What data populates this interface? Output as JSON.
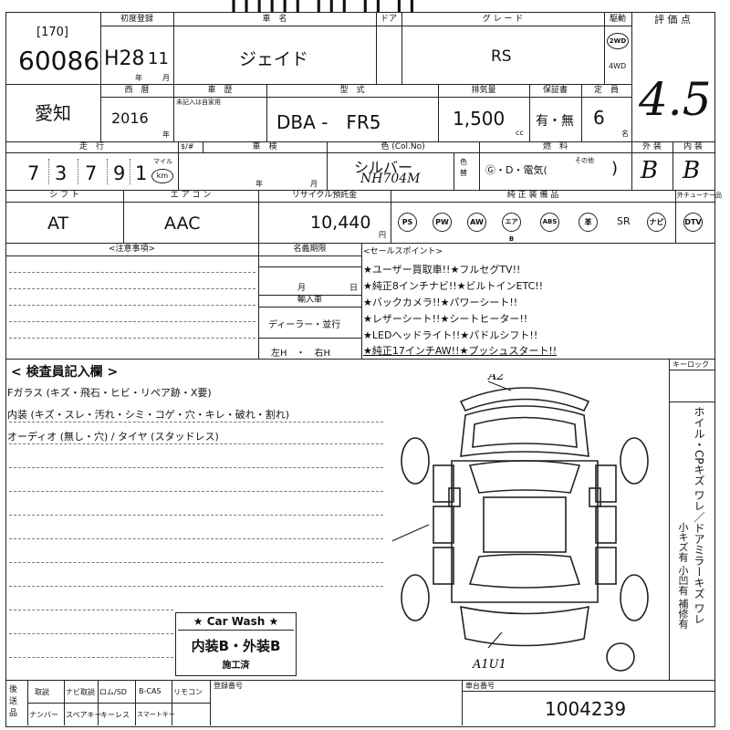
{
  "header": {
    "title_fragment": "┃┃┃┃┃┃ ┃┃┃ ┃┃ ┃┃"
  },
  "lot": {
    "number_label": "[170]",
    "number": "60086"
  },
  "first_registration": {
    "label": "初度登録",
    "value": "H28",
    "month": "11",
    "year_unit": "年",
    "month_unit": "月"
  },
  "vehicle": {
    "name_label": "車　名",
    "name": "ジェイド",
    "door_label": "ドア",
    "grade_label": "グ レ ー ド",
    "grade": "RS",
    "drive_label": "駆動",
    "drive_2wd": "2WD",
    "drive_4wd": "4WD"
  },
  "score": {
    "label": "評 価 点",
    "value": "4.5"
  },
  "region": {
    "value": "愛知"
  },
  "year": {
    "label": "西　暦",
    "value": "2016",
    "unit": "年"
  },
  "chassis": {
    "label": "車　歴",
    "note": "未記入は自家用"
  },
  "model": {
    "label": "型　式",
    "value": "DBA -　FR5"
  },
  "displacement": {
    "label": "排気量",
    "value": "1,500",
    "unit": "cc"
  },
  "warranty": {
    "label": "保証書",
    "value": "有・無"
  },
  "capacity": {
    "label": "定　員",
    "value": "6",
    "unit": "名"
  },
  "mileage": {
    "label": "走　行",
    "digits": [
      "7",
      "3",
      "7",
      "9",
      "1"
    ],
    "unit_mile": "マイル",
    "unit_km": "km",
    "prefix": "$/#"
  },
  "inspection": {
    "label": "車　検",
    "year_unit": "年",
    "month_unit": "月"
  },
  "color": {
    "label": "色 (Col.No)",
    "name": "シルバー",
    "code": "NH704M",
    "change_label": "色替"
  },
  "fuel": {
    "label": "燃　料",
    "options": "Ⓖ・D・電気(",
    "other": "その他"
  },
  "exterior": {
    "label": "外 装",
    "value": "B"
  },
  "interior": {
    "label": "内 装",
    "value": "B"
  },
  "shift": {
    "label": "シ フ ト",
    "value": "AT"
  },
  "aircon": {
    "label": "エ ア コ ン",
    "value": "AAC"
  },
  "recycle": {
    "label": "リサイクル預託金",
    "value": "10,440",
    "unit": "円"
  },
  "equipment": {
    "label": "純 正 装 備 品",
    "items": [
      "PS",
      "PW",
      "AW",
      "エアB",
      "ABS",
      "革",
      "SR",
      "ナビ",
      "DTV"
    ],
    "tuner_label": "外チューナー品"
  },
  "notes": {
    "label": "<注意事項>"
  },
  "name_change": {
    "label": "名義期限",
    "month": "月",
    "day": "日",
    "import_label": "輸入車",
    "dealer": "ディーラー・並行",
    "handle": "左H　・　右H"
  },
  "sales_points": {
    "label": "<セールスポイント>",
    "items": [
      "★ユーザー買取車!!★フルセグTV!!",
      "★純正8インチナビ!!★ビルトインETC!!",
      "★バックカメラ!!★パワーシート!!",
      "★レザーシート!!★シートヒーター!!",
      "★LEDヘッドライト!!★パドルシフト!!",
      "★純正17インチAW!!★プッシュスタート!!"
    ]
  },
  "inspector": {
    "label": "< 検査員記入欄 >",
    "lines": [
      "Fガラス (キズ・飛石・ヒビ・リペア跡・X要)",
      "内装 (キズ・スレ・汚れ・シミ・コゲ・穴・キレ・破れ・割れ)",
      "オーディオ (無し・穴) / タイヤ (スタッドレス)"
    ]
  },
  "diagram": {
    "marks": [
      "A2",
      "A1",
      "A1U1"
    ]
  },
  "car_wash": {
    "title": "★ Car Wash ★",
    "result": "内装B・外装B",
    "done": "施工済"
  },
  "side_notes": {
    "keyless": "キーロック",
    "col1": "ホイル・CPキズ ワレ／ドアミラーキズ ワレ",
    "col2": "小キズ有 小凹有 補修有"
  },
  "footer": {
    "after_label": "後送品",
    "items_row1": [
      "取説",
      "ナビ取説",
      "ロム/SD",
      "B-CAS",
      "リモコン"
    ],
    "items_row2": [
      "ナンバー",
      "スペアキー",
      "キーレス",
      "スマートキー"
    ],
    "reg_label": "登録番号",
    "frame_label": "車台番号",
    "frame_value": "1004239"
  }
}
